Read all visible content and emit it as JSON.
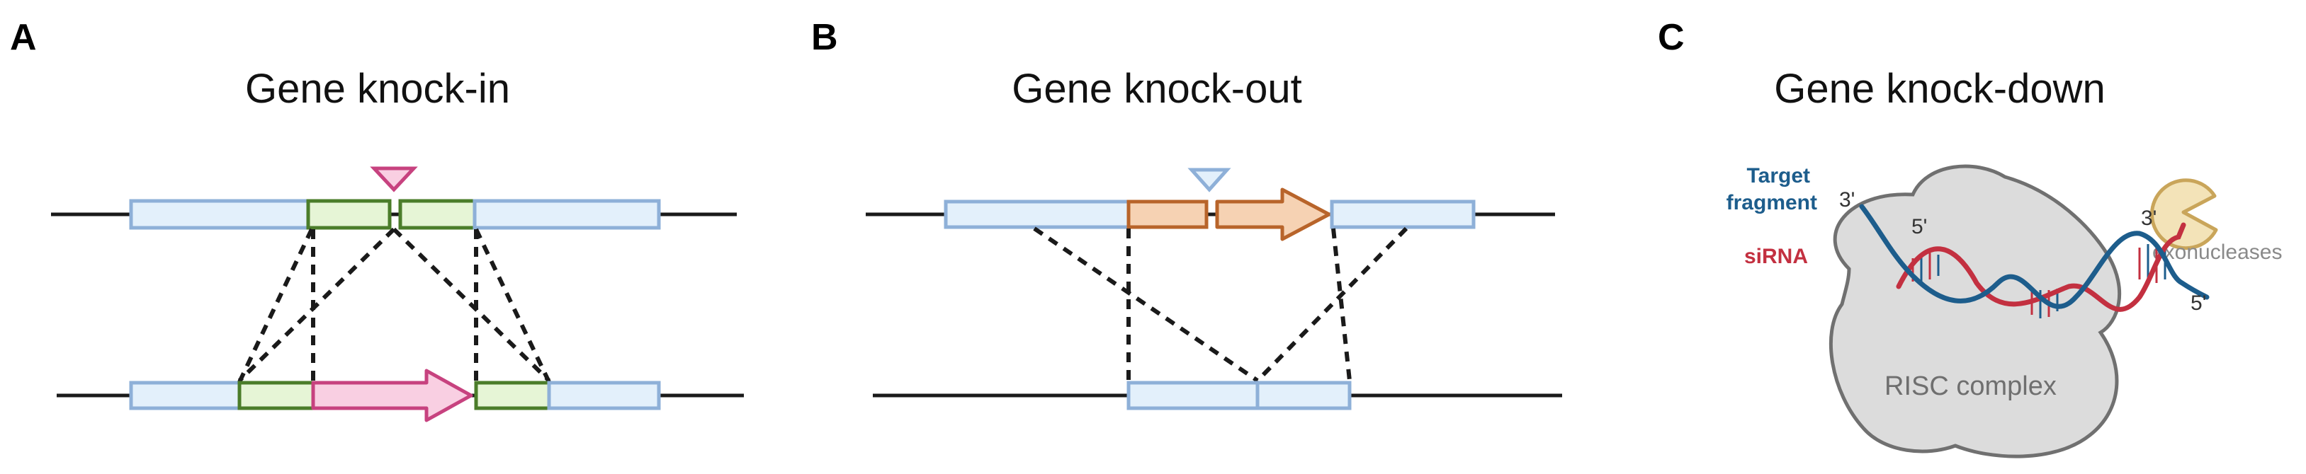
{
  "panels": {
    "a": {
      "letter": "A",
      "title": "Gene knock-in"
    },
    "b": {
      "letter": "B",
      "title": "Gene knock-out"
    },
    "c": {
      "letter": "C",
      "title": "Gene knock-down",
      "target_label_1": "Target",
      "target_label_2": "fragment",
      "sirna_label": "siRNA",
      "exonucleases_label": "exonucleases",
      "risc_label": "RISC complex",
      "prime_3_left": "3'",
      "prime_5_top": "5'",
      "prime_3_right": "3'",
      "prime_5_right": "5'"
    }
  },
  "colors": {
    "exon_fill": "#e3f0fb",
    "exon_stroke": "#8eb0d8",
    "green_fill": "#e6f5d6",
    "green_stroke": "#4b7d2a",
    "pink_fill": "#f9cfe2",
    "pink_stroke": "#c7427f",
    "orange_fill": "#f6d2b3",
    "orange_stroke": "#b8642a",
    "target_blue": "#1d5d8c",
    "sirna_red": "#c33040",
    "risc_fill": "#dcdcdc",
    "pac_fill": "#f3e3b8",
    "pac_stroke": "#c9a55a"
  }
}
